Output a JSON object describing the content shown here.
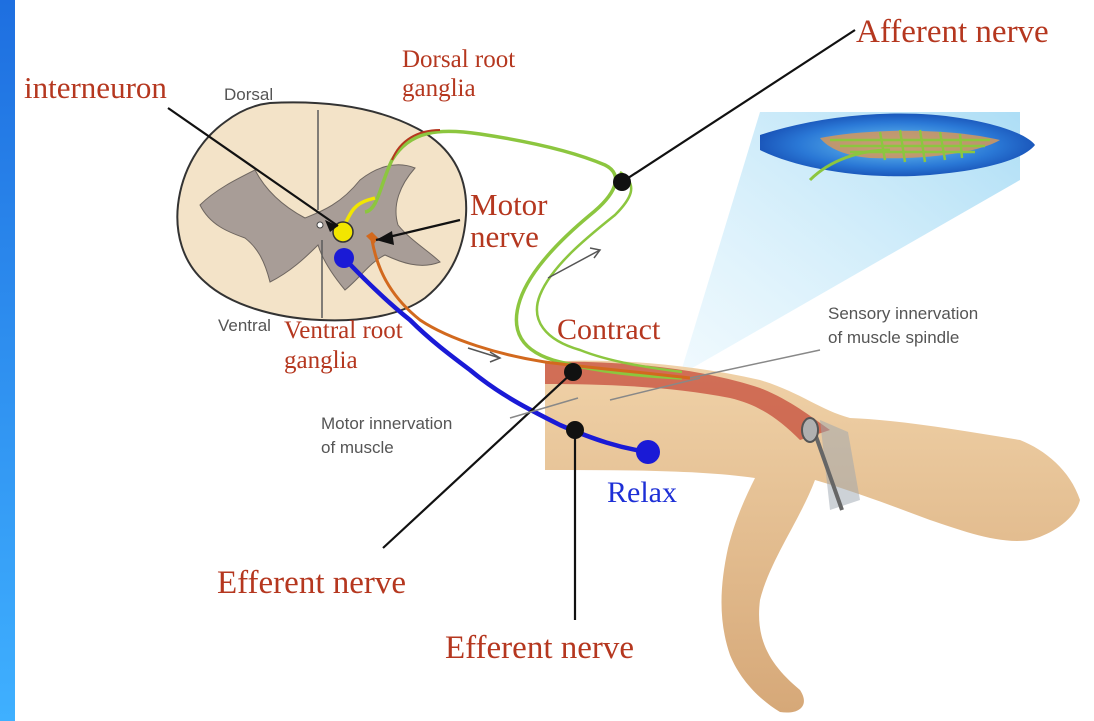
{
  "colors": {
    "label_red": "#b5371f",
    "label_blue": "#1d2fd6",
    "afferent_green": "#8cc63f",
    "efferent_orange": "#d2691e",
    "inhibitory_blue": "#1a1ad6",
    "interneuron_yellow": "#f2e600",
    "frame_gradient_top": "#1e6fe0",
    "frame_gradient_bottom": "#3fb0ff"
  },
  "labels": {
    "afferent_nerve": "Afferent nerve",
    "dorsal_root_line1": "Dorsal root",
    "dorsal_root_line2": "ganglia",
    "interneuron": "interneuron",
    "dorsal": "Dorsal",
    "motor_line1": "Motor",
    "motor_line2": "nerve",
    "ventral": "Ventral",
    "ventral_root_line1": "Ventral root",
    "ventral_root_line2": "ganglia",
    "contract": "Contract",
    "sensory_line1": "Sensory innervation",
    "sensory_line2": "of muscle spindle",
    "motor_innervation_line1": "Motor innervation",
    "motor_innervation_line2": "of muscle",
    "relax": "Relax",
    "efferent_nerve_1": "Efferent nerve",
    "efferent_nerve_2": "Efferent nerve"
  }
}
